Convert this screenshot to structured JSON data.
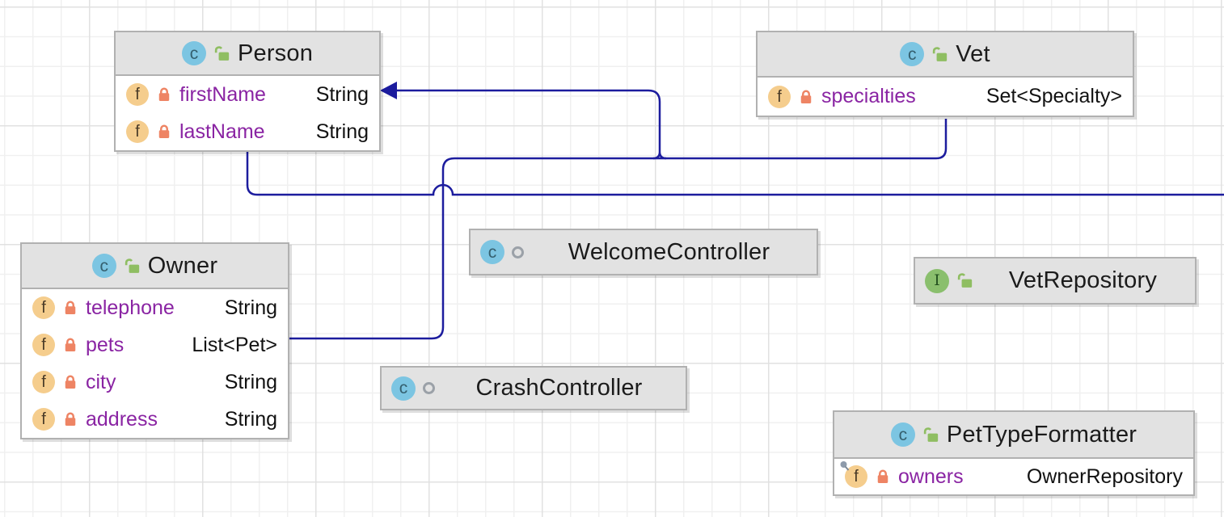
{
  "diagram": {
    "tool": "uml-class-diagram",
    "icons": {
      "class_letter": "c",
      "interface_letter": "I",
      "field_letter": "f"
    },
    "colors": {
      "class_icon": "#7cc5e2",
      "interface_icon": "#8abf6d",
      "field_icon": "#f5cd8d",
      "private_lock": "#ee8464",
      "public_lock": "#8fbe62",
      "edge": "#1c1c9e",
      "field_name_text": "#8a24a3",
      "header_background": "#e2e2e2"
    },
    "classes": [
      {
        "name": "Person",
        "kind": "class",
        "fields": [
          {
            "name": "firstName",
            "type": "String"
          },
          {
            "name": "lastName",
            "type": "String"
          }
        ]
      },
      {
        "name": "Vet",
        "kind": "class",
        "fields": [
          {
            "name": "specialties",
            "type": "Set<Specialty>"
          }
        ]
      },
      {
        "name": "Owner",
        "kind": "class",
        "fields": [
          {
            "name": "telephone",
            "type": "String"
          },
          {
            "name": "pets",
            "type": "List<Pet>"
          },
          {
            "name": "city",
            "type": "String"
          },
          {
            "name": "address",
            "type": "String"
          }
        ]
      },
      {
        "name": "WelcomeController",
        "kind": "class",
        "fields": []
      },
      {
        "name": "VetRepository",
        "kind": "interface",
        "fields": []
      },
      {
        "name": "CrashController",
        "kind": "class",
        "fields": []
      },
      {
        "name": "PetTypeFormatter",
        "kind": "class",
        "fields": [
          {
            "name": "owners",
            "type": "OwnerRepository",
            "final": true
          }
        ]
      }
    ],
    "relationships": [
      {
        "from": "Vet",
        "to": "Person",
        "type": "inheritance"
      },
      {
        "from": "Owner",
        "to": "Person",
        "type": "inheritance"
      },
      {
        "from": "Person",
        "to": "(off-screen right)",
        "type": "edge"
      }
    ]
  }
}
